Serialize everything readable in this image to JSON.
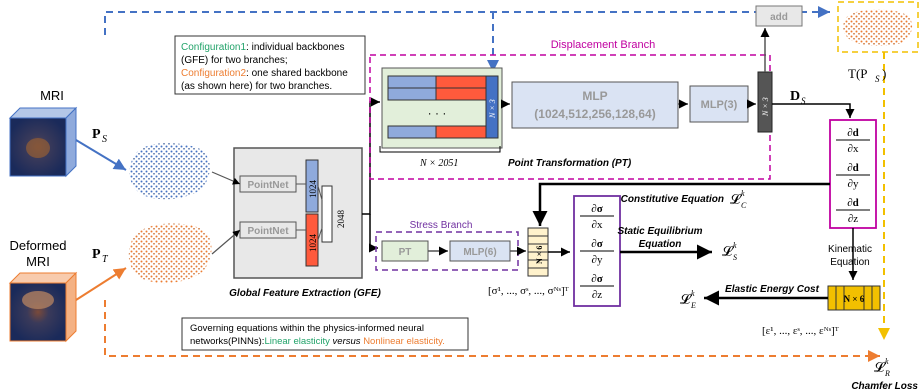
{
  "labels": {
    "mri": "MRI",
    "deformed_1": "Deformed",
    "deformed_2": "MRI",
    "p_s": "P",
    "p_s_sub": "S",
    "p_t": "P",
    "p_t_sub": "T",
    "config1_key": "Configuration1",
    "config1_rest": ": individual backbones",
    "config1_line2": "(GFE) for two branches;",
    "config2_key": "Configuration2",
    "config2_rest": ": one shared backbone",
    "config2_line3": "(as shown here) for two branches.",
    "gfe_caption": "Global Feature Extraction (GFE)",
    "pointnet_top": "PointNet",
    "pointnet_bottom": "PointNet",
    "feat_top": "1024",
    "feat_bottom": "1024",
    "feat_concat": "2048",
    "displacement_branch": "Displacement Branch",
    "n3_top": "N × 3",
    "mlp_main_title": "MLP",
    "mlp_main_dims": "(1024,512,256,128,64)",
    "mlp3": "MLP(3)",
    "n3_right": "N × 3",
    "ns2051": "N × 2051",
    "pt_caption": "Point Transformation (PT)",
    "add": "add",
    "t_ps": "T(P",
    "t_ps_sub": "S",
    "d_s": "D",
    "d_s_sub": "S",
    "stress_branch": "Stress Branch",
    "pt": "PT",
    "mlp6": "MLP(6)",
    "ns6": "N × 6",
    "sigma_seq": "[σ¹, ..., σˢ, ..., σᴺˢ]ᵀ",
    "constitutive": "Constitutive Equation",
    "l_c": "𝓛",
    "static_eq_1": "Static Equilibrium",
    "static_eq_2": "Equation",
    "l_s": "𝓛",
    "kinematic_1": "Kinematic",
    "kinematic_2": "Equation",
    "elastic_energy": "Elastic Energy Cost",
    "l_e": "𝓛",
    "eps_ns6": "N × 6",
    "eps_seq": "[ε¹, ..., εˢ, ..., εᴺˢ]ᵀ",
    "pinn_line1": "Governing equations within the physics-informed neural",
    "pinn_line2_a": "networks(PINNs):",
    "pinn_line2_b": "Linear elasticity",
    "pinn_line2_c": " versus ",
    "pinn_line2_d": "Nonlinear elasticity.",
    "l_r": "𝓛",
    "chamfer": "Chamfer Loss",
    "dd_x_top": "∂d",
    "dd_x_bot": "∂x",
    "dd_y_top": "∂d",
    "dd_y_bot": "∂y",
    "dd_z_top": "∂d",
    "dd_z_bot": "∂z",
    "ds_x_top": "∂σ",
    "ds_x_bot": "∂x",
    "ds_y_top": "∂σ",
    "ds_y_bot": "∂y",
    "ds_z_top": "∂σ",
    "ds_z_bot": "∂z",
    "sup_k": "k",
    "sub_c": "C",
    "sub_s": "S",
    "sub_e": "E",
    "sub_r": "R"
  },
  "colors": {
    "blue": "#4472c4",
    "orange": "#ed7d31",
    "green": "#22a36a",
    "magenta": "#c000a0",
    "purple": "#7030a0",
    "yellow": "#f2c000",
    "gray_box": "#e8e8e8",
    "light_blue": "#dae3f3",
    "light_green": "#e2efda"
  }
}
